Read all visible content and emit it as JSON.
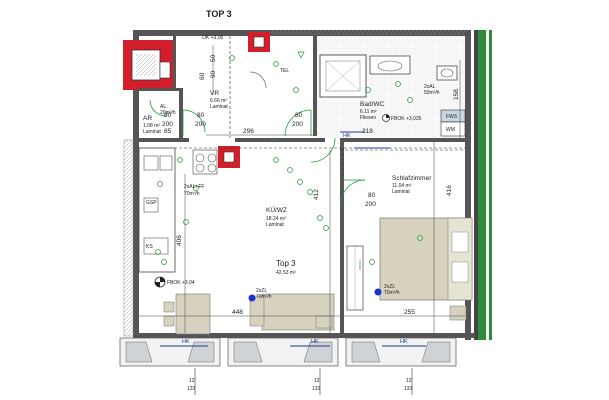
{
  "header": {
    "top_label": "TOP 3",
    "ok_level": "OK +3,06"
  },
  "rooms": {
    "vr": {
      "name": "VR",
      "area": "6.66 m²",
      "floor": "Laminat"
    },
    "ar": {
      "name": "AR",
      "area": "1.08 m²",
      "floor": "Laminat"
    },
    "bad": {
      "name": "Bad/WC",
      "area": "6.11 m²",
      "floor": "Fliesen",
      "fbok": "FBOK +3,035"
    },
    "kuwz": {
      "name": "KÜ/WZ",
      "area": "18.24 m²",
      "floor": "Laminat"
    },
    "schlaf": {
      "name": "Schlafzimmer",
      "area": "11.04 m²",
      "floor": "Laminat"
    }
  },
  "unit": {
    "name": "Top 3",
    "area": "42.53 m²"
  },
  "levels": {
    "fbok_main": "FBOK +3,04"
  },
  "dimensions": {
    "d90": "90",
    "d50": "50",
    "d60": "60",
    "d80a": "80",
    "d200a": "200",
    "d80b": "80",
    "d200b": "200",
    "d80c": "80",
    "d200c": "200",
    "d80d": "80",
    "d200d": "200",
    "d85": "85",
    "d296": "296",
    "d318": "318",
    "d412": "412",
    "d416": "416",
    "d406": "406",
    "d448": "448",
    "d255": "255",
    "d158": "158",
    "win": [
      "12",
      "133"
    ]
  },
  "labels": {
    "tel": "TEL",
    "al_vr": "AL",
    "al_vr_flow": "20m³/h",
    "al_bad": "2xAL",
    "al_bad_flow": "50m³/h",
    "al_ff": "2xAL+FF",
    "al_ff_flow": "70m³/h",
    "zl_wz": "2xZL",
    "zl_wz_flow": "70m³/h",
    "zl_sz": "2xZL",
    "zl_sz_flow": "70m³/h",
    "sp": "GSP",
    "ks": "KS",
    "fws": "FWS",
    "wm": "WM",
    "hk": "HK"
  },
  "colors": {
    "wall": "#4d4d4d",
    "shaft": "#d21f2b",
    "furniture": "#d7d2bd",
    "green_wall": "#2e8b3a",
    "door": "#1f9a3e",
    "hk": "#1a3d8f",
    "blue_dot": "#1f2fd6"
  }
}
